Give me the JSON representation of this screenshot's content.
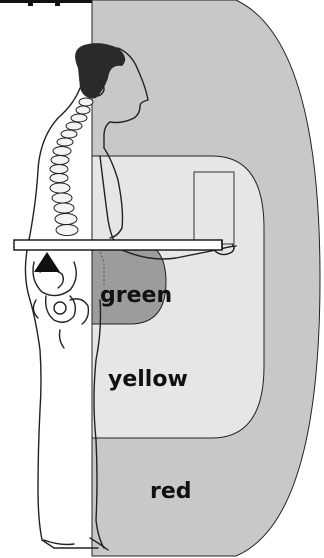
{
  "zones": [
    {
      "key": "green",
      "label": "green",
      "color": "#9c9c9c"
    },
    {
      "key": "yellow",
      "label": "yellow",
      "color": "#e6e6e6"
    },
    {
      "key": "red",
      "label": "red",
      "color": "#c8c8c8"
    }
  ]
}
